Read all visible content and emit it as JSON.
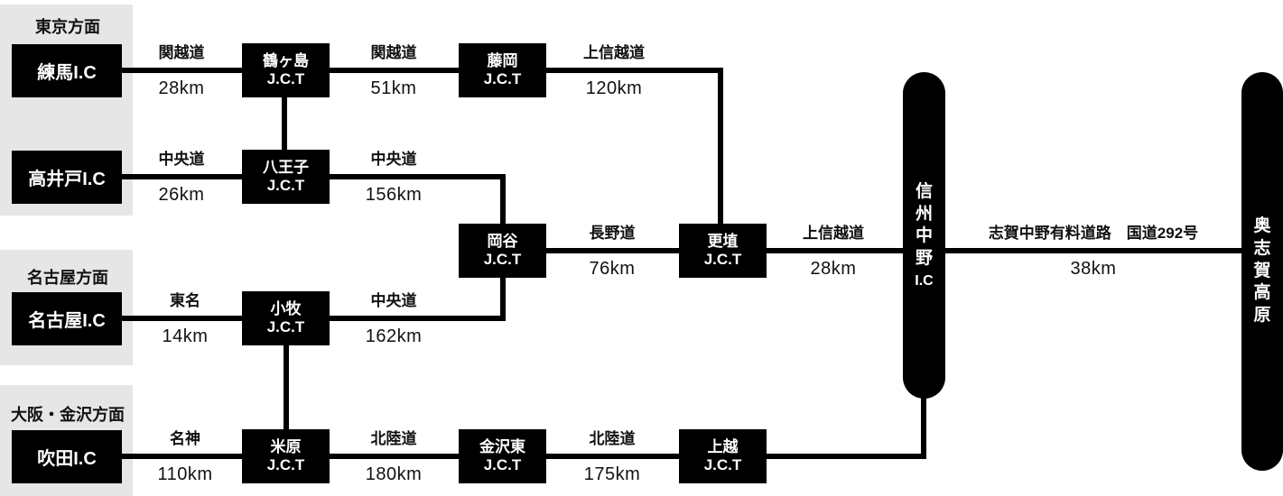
{
  "diagram": {
    "sections": [
      {
        "label": "東京方面"
      },
      {
        "label": "名古屋方面"
      },
      {
        "label": "大阪・金沢方面"
      }
    ],
    "origins": [
      {
        "name": "練馬I.C"
      },
      {
        "name": "高井戸I.C"
      },
      {
        "name": "名古屋I.C"
      },
      {
        "name": "吹田I.C"
      }
    ],
    "junctions": [
      {
        "name": "鶴ヶ島",
        "type": "J.C.T"
      },
      {
        "name": "八王子",
        "type": "J.C.T"
      },
      {
        "name": "藤岡",
        "type": "J.C.T"
      },
      {
        "name": "岡谷",
        "type": "J.C.T"
      },
      {
        "name": "更埴",
        "type": "J.C.T"
      },
      {
        "name": "小牧",
        "type": "J.C.T"
      },
      {
        "name": "米原",
        "type": "J.C.T"
      },
      {
        "name": "金沢東",
        "type": "J.C.T"
      },
      {
        "name": "上越",
        "type": "J.C.T"
      }
    ],
    "terminals": [
      {
        "name": "信州中野",
        "suffix": "I.C"
      },
      {
        "name": "奥志賀高原",
        "suffix": ""
      }
    ],
    "segments": [
      {
        "road": "関越道",
        "distance": "28km"
      },
      {
        "road": "関越道",
        "distance": "51km"
      },
      {
        "road": "上信越道",
        "distance": "120km"
      },
      {
        "road": "中央道",
        "distance": "26km"
      },
      {
        "road": "中央道",
        "distance": "156km"
      },
      {
        "road": "長野道",
        "distance": "76km"
      },
      {
        "road": "上信越道",
        "distance": "28km"
      },
      {
        "road": "志賀中野有料道路　国道292号",
        "distance": "38km"
      },
      {
        "road": "東名",
        "distance": "14km"
      },
      {
        "road": "中央道",
        "distance": "162km"
      },
      {
        "road": "名神",
        "distance": "110km"
      },
      {
        "road": "北陸道",
        "distance": "180km"
      },
      {
        "road": "北陸道",
        "distance": "175km"
      }
    ]
  },
  "colors": {
    "background": "#ffffff",
    "panel_bg": "#e6e6e6",
    "node_bg": "#000000",
    "node_text": "#ffffff",
    "line": "#000000",
    "text": "#111111"
  }
}
